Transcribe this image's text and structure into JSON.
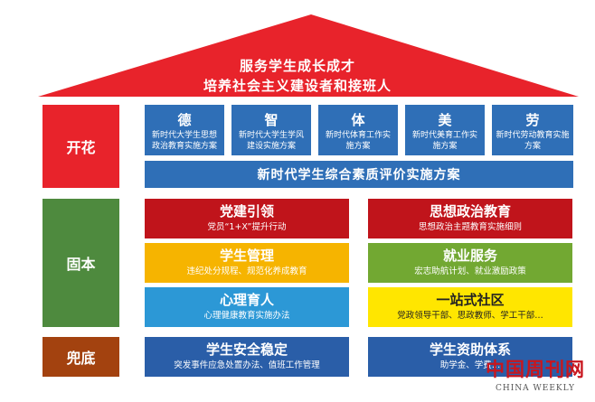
{
  "roof": {
    "line1": "服务学生成长成才",
    "line2": "培养社会主义建设者和接班人",
    "color": "#e8232b"
  },
  "sections": {
    "bloom": "开花",
    "root": "固本",
    "base": "兜底"
  },
  "five_education": [
    {
      "title": "德",
      "subtitle": "新时代大学生思想政治教育实施方案"
    },
    {
      "title": "智",
      "subtitle": "新时代大学生学风建设实施方案"
    },
    {
      "title": "体",
      "subtitle": "新时代体育工作实施方案"
    },
    {
      "title": "美",
      "subtitle": "新时代美育工作实施方案"
    },
    {
      "title": "劳",
      "subtitle": "新时代劳动教育实施方案"
    }
  ],
  "evaluation_bar": "新时代学生综合素质评价实施方案",
  "root_blocks": {
    "party": {
      "title": "党建引领",
      "subtitle": "党员“1+X”提升行动"
    },
    "ideology": {
      "title": "思想政治教育",
      "subtitle": "思想政治主题教育实施细则"
    },
    "management": {
      "title": "学生管理",
      "subtitle": "违纪处分规程、规范化养成教育"
    },
    "employment": {
      "title": "就业服务",
      "subtitle": "宏志助航计划、就业激励政策"
    },
    "psychology": {
      "title": "心理育人",
      "subtitle": "心理健康教育实施办法"
    },
    "community": {
      "title": "一站式社区",
      "subtitle": "党政领导干部、思政教师、学工干部…"
    }
  },
  "base_blocks": {
    "safety": {
      "title": "学生安全稳定",
      "subtitle": "突发事件应急处置办法、值班工作管理"
    },
    "aid": {
      "title": "学生资助体系",
      "subtitle": "助学金、学费…"
    }
  },
  "watermark": {
    "cn": "中国周刊网",
    "en": "CHINA WEEKLY"
  }
}
